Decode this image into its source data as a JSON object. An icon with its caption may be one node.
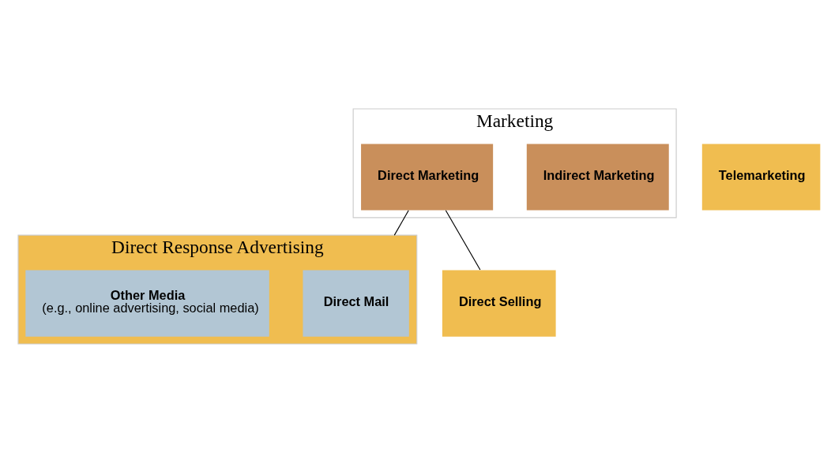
{
  "diagram": {
    "nodes": [
      {
        "text": [
          "Marketing"
        ]
      },
      {
        "text": [
          "Indirect Marketing"
        ],
        "in": 0
      },
      {
        "text": [
          "Direct Marketing"
        ],
        "in": 0
      },
      {
        "text": [
          "Direct Response Advertising"
        ]
      },
      {
        "text": [
          "Direct Mail"
        ],
        "in": 3
      },
      {
        "text": [
          "Other Media",
          "(e.g., online advertising, social media)"
        ],
        "in": 3
      },
      {
        "text": [
          "Telemarketing"
        ]
      },
      {
        "text": [
          "Direct Selling"
        ]
      }
    ],
    "edges": [
      {
        "from": 2,
        "to": 3,
        "arrow": "none"
      },
      {
        "from": 2,
        "to": 7,
        "arrow": "none"
      }
    ]
  }
}
